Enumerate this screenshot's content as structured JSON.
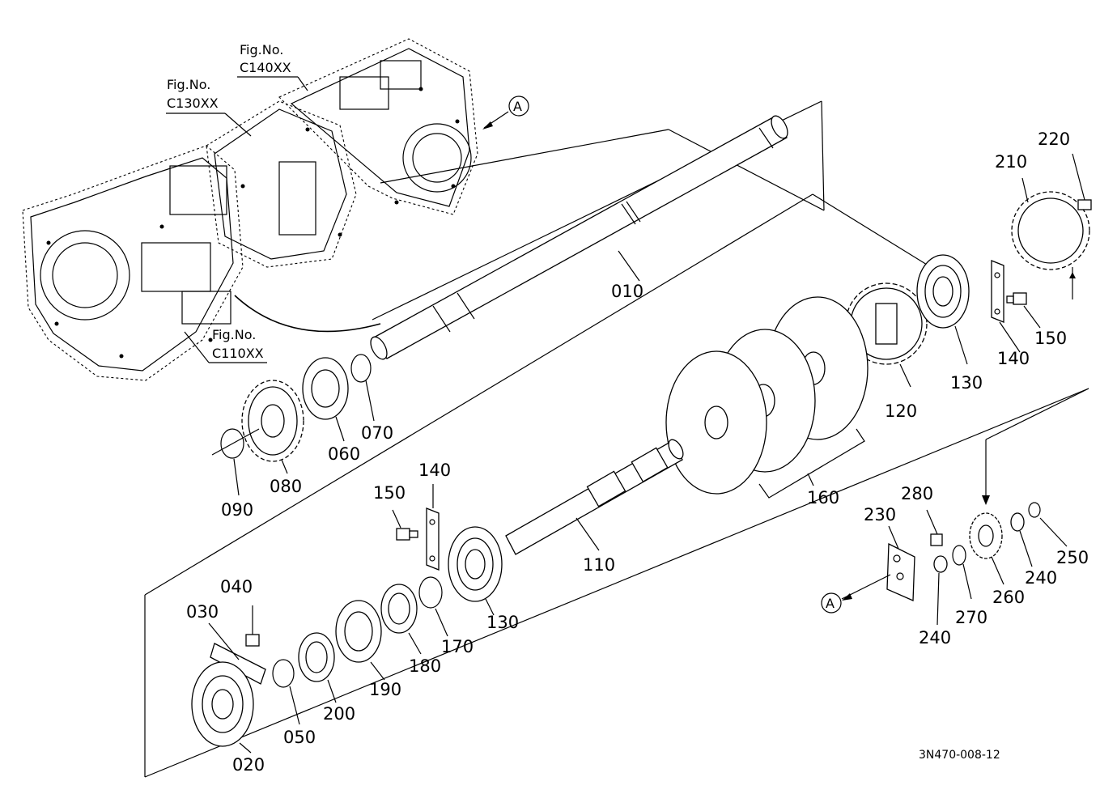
{
  "figure_refs": [
    {
      "line1": "Fig.No.",
      "line2": "C140XX"
    },
    {
      "line1": "Fig.No.",
      "line2": "C130XX"
    },
    {
      "line1": "Fig.No.",
      "line2": "C110XX"
    }
  ],
  "view_marker": "A",
  "part_labels": {
    "p010": "010",
    "p020": "020",
    "p030": "030",
    "p040": "040",
    "p050": "050",
    "p060": "060",
    "p070": "070",
    "p080": "080",
    "p090": "090",
    "p110": "110",
    "p120": "120",
    "p130a": "130",
    "p130b": "130",
    "p140a": "140",
    "p140b": "140",
    "p150a": "150",
    "p150b": "150",
    "p160": "160",
    "p170": "170",
    "p180": "180",
    "p190": "190",
    "p200": "200",
    "p210": "210",
    "p220": "220",
    "p230": "230",
    "p240a": "240",
    "p240b": "240",
    "p250": "250",
    "p260": "260",
    "p270": "270",
    "p280": "280"
  },
  "drawing_number": "3N470-008-12"
}
